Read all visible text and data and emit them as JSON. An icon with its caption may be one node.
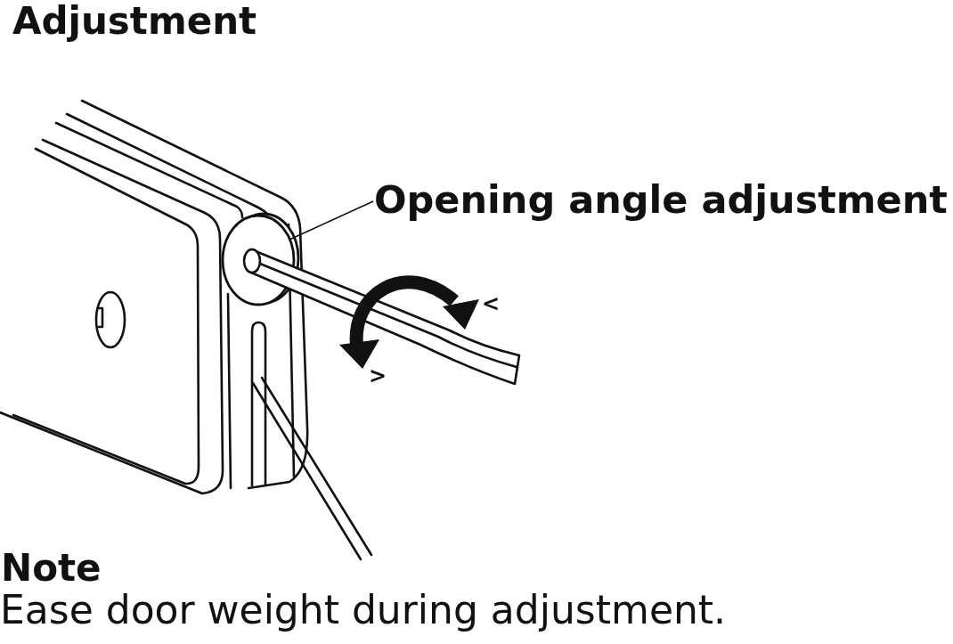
{
  "diagram": {
    "title": "Adjustment",
    "nodes": [
      {
        "text": [
          "Opening angle adjustment"
        ]
      },
      {
        "text": [],
        "shape": "circle"
      }
    ],
    "edges": [
      {
        "from": 0,
        "to": 1,
        "arrow": "none"
      }
    ],
    "labels": [
      "<",
      ">",
      "Note",
      "Ease door weight during adjustment."
    ]
  }
}
